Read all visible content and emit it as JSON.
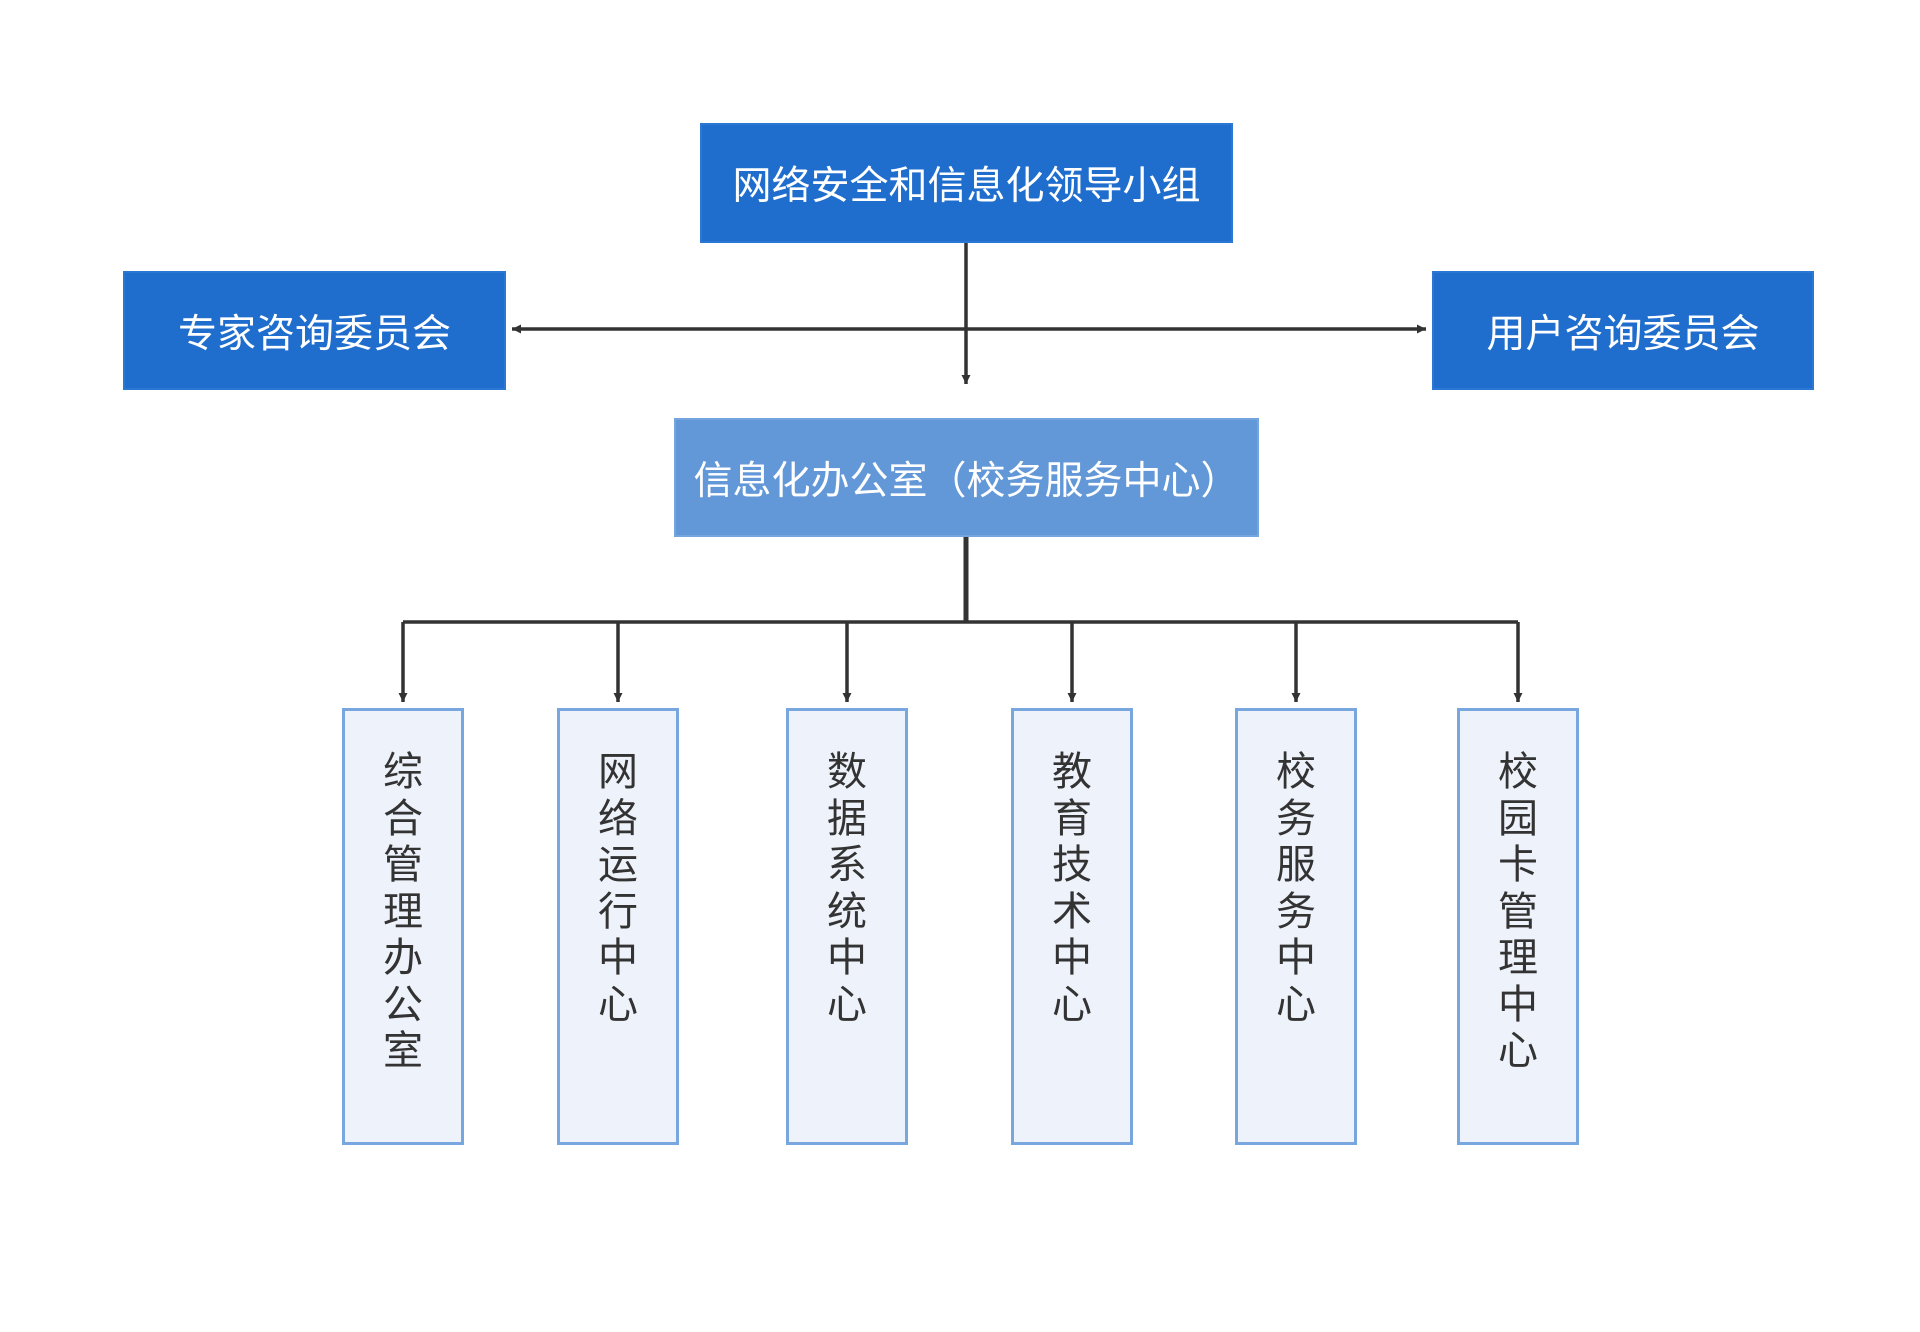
{
  "org_chart": {
    "leading_group": "网络安全和信息化领导小组",
    "expert_committee": "专家咨询委员会",
    "user_committee": "用户咨询委员会",
    "office": "信息化办公室（校务服务中心）",
    "centers": [
      "综合管理办公室",
      "网络运行中心",
      "数据系统中心",
      "教育技术中心",
      "校务服务中心",
      "校园卡管理中心"
    ]
  },
  "colors": {
    "top_box": "#1f6dcd",
    "office_box": "#6297d8",
    "center_fill": "#eef2fb",
    "center_border": "#78a6de",
    "connector": "#333333",
    "center_text": "#333333"
  }
}
